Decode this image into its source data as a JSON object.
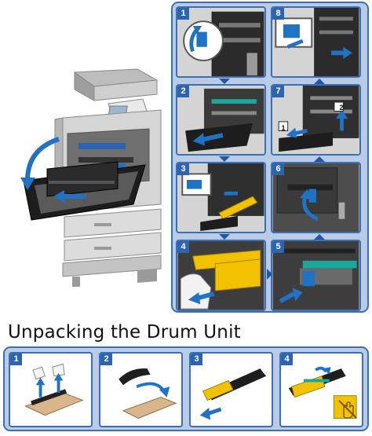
{
  "replacement_steps": [
    {
      "number": "1"
    },
    {
      "number": "2"
    },
    {
      "number": "3"
    },
    {
      "number": "4"
    },
    {
      "number": "5"
    },
    {
      "number": "6"
    },
    {
      "number": "7"
    },
    {
      "number": "8"
    }
  ],
  "unpacking": {
    "title": "Unpacking the Drum Unit",
    "steps": [
      {
        "number": "1"
      },
      {
        "number": "2"
      },
      {
        "number": "3"
      },
      {
        "number": "4"
      }
    ]
  },
  "step7_labels": {
    "label_1": "1",
    "label_2": "2"
  },
  "colors": {
    "accent_blue": "#2e63ad",
    "panel_fill": "#b9cbe6",
    "arrow_blue": "#1f72c4",
    "part_yellow": "#f2c200",
    "part_teal": "#1aa79c",
    "machine_gray": "#d8d8d8",
    "box_tan": "#d8b58a"
  },
  "icons": [
    "arrow-icon",
    "hand-icon",
    "do-not-touch-icon"
  ]
}
